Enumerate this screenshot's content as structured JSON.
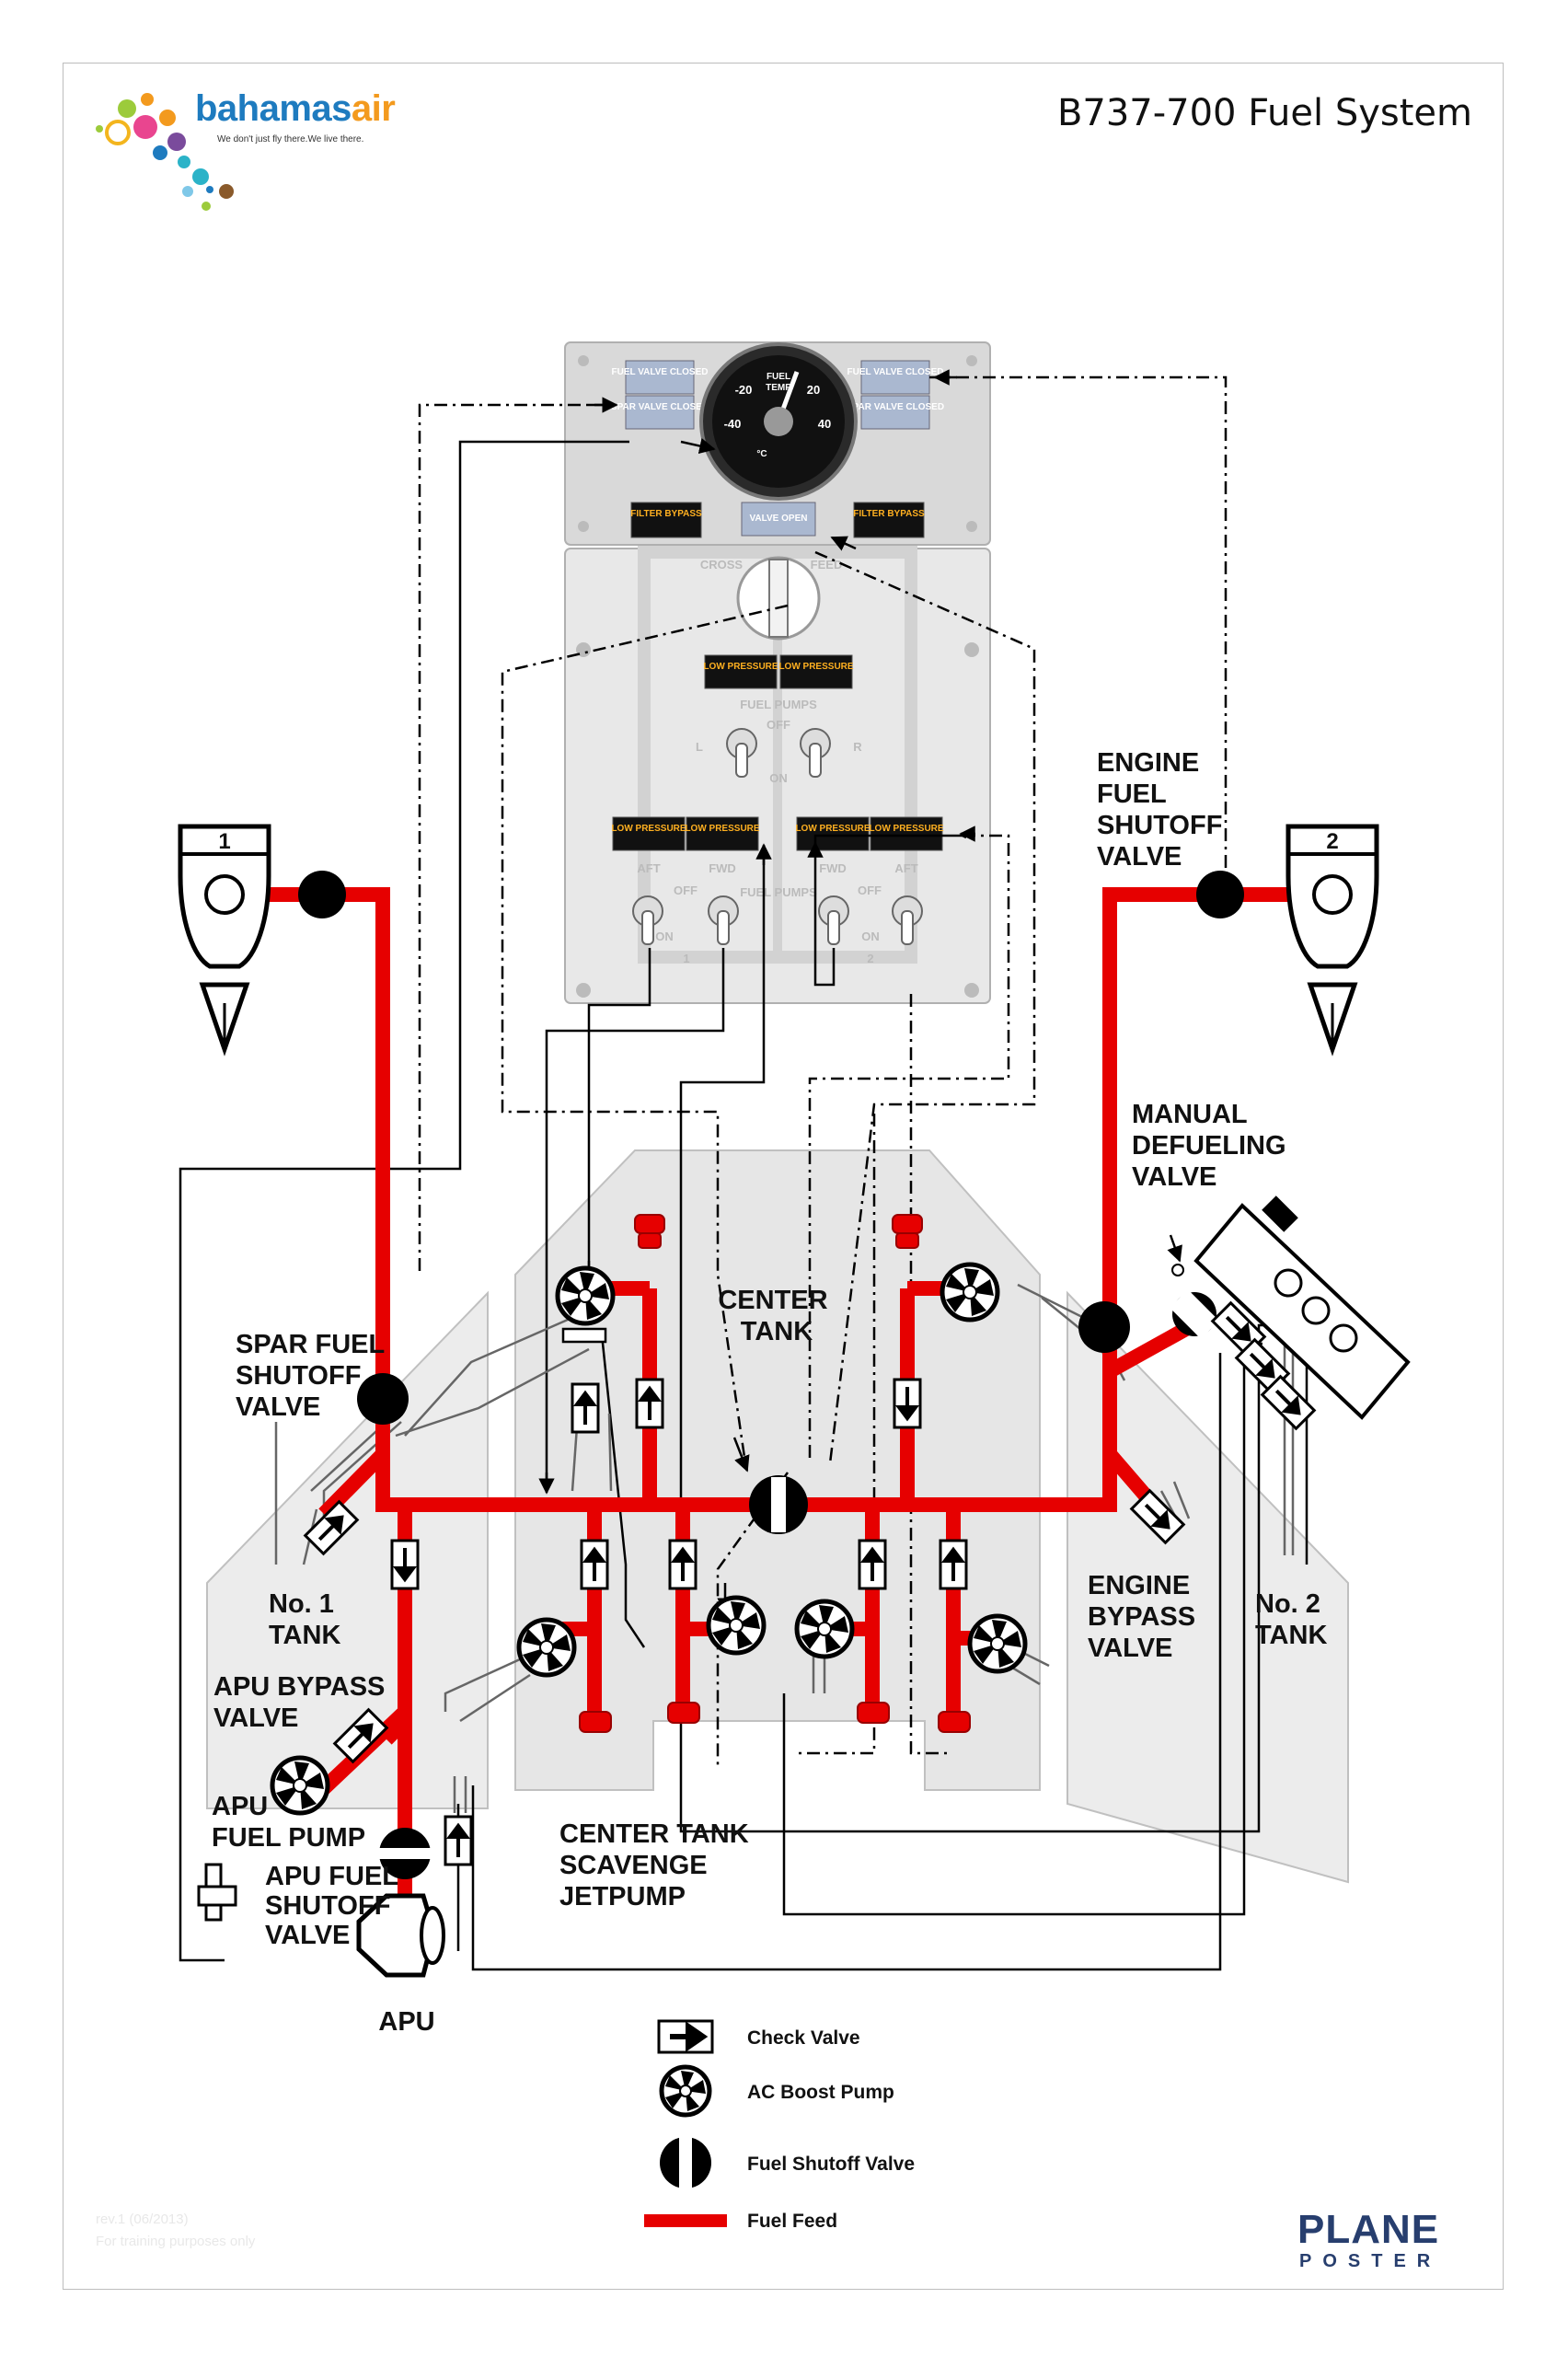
{
  "header": {
    "brand_name": "bahamas",
    "brand_accent": "air",
    "tagline": "We don't just fly there.We live there.",
    "title": "B737-700 Fuel System"
  },
  "labels": {
    "engine1": "1",
    "engine2": "2",
    "engine_fuel_shutoff": [
      "ENGINE",
      "FUEL",
      "SHUTOFF",
      "VALVE"
    ],
    "manual_defueling": [
      "MANUAL",
      "DEFUELING",
      "VALVE"
    ],
    "center_tank": [
      "CENTER",
      "TANK"
    ],
    "spar_fuel_shutoff": [
      "SPAR FUEL",
      "SHUTOFF",
      "VALVE"
    ],
    "no1_tank": [
      "No. 1",
      "TANK"
    ],
    "no2_tank": [
      "No. 2",
      "TANK"
    ],
    "engine_bypass": [
      "ENGINE",
      "BYPASS",
      "VALVE"
    ],
    "apu_bypass": [
      "APU BYPASS",
      "VALVE"
    ],
    "apu_fuel_pump": [
      "APU",
      "FUEL PUMP"
    ],
    "apu_fuel_shutoff": [
      "APU FUEL",
      "SHUTOFF",
      "VALVE"
    ],
    "center_scavenge": [
      "CENTER TANK",
      "SCAVENGE",
      "JETPUMP"
    ],
    "apu": "APU"
  },
  "panel": {
    "upper": {
      "fuel_valve_closed": "FUEL VALVE CLOSED",
      "spar_valve_closed": "SPAR VALVE CLOSED",
      "filter_bypass": "FILTER BYPASS",
      "valve_open": "VALVE OPEN",
      "gauge_label_top": "FUEL",
      "gauge_label_mid": "TEMP",
      "gauge_unit": "°C",
      "gauge_ticks": [
        "-20",
        "20",
        "-40",
        "40"
      ]
    },
    "lower": {
      "cross": "CROSS",
      "feed": "FEED",
      "low_pressure": "LOW PRESSURE",
      "fuel_pumps": "FUEL PUMPS",
      "off": "OFF",
      "on": "ON",
      "left": "L",
      "right": "R",
      "aft": "AFT",
      "fwd": "FWD",
      "num1": "1",
      "num2": "2"
    }
  },
  "legend": {
    "check_valve": "Check Valve",
    "boost_pump": "AC Boost Pump",
    "shutoff_valve": "Fuel Shutoff Valve",
    "fuel_feed": "Fuel Feed"
  },
  "footer": {
    "revision": "rev.1 (06/2013)",
    "training": "For training purposes only",
    "brand_top": "PLANE",
    "brand_bottom": "POSTER"
  },
  "colors": {
    "fuel_feed": "#e60000",
    "panel_bg": "#e2e2e2",
    "tank_fill": "#e8e8e8",
    "annunciator_amber": "#ffb020",
    "annunciator_blue": "#aab8d0"
  }
}
